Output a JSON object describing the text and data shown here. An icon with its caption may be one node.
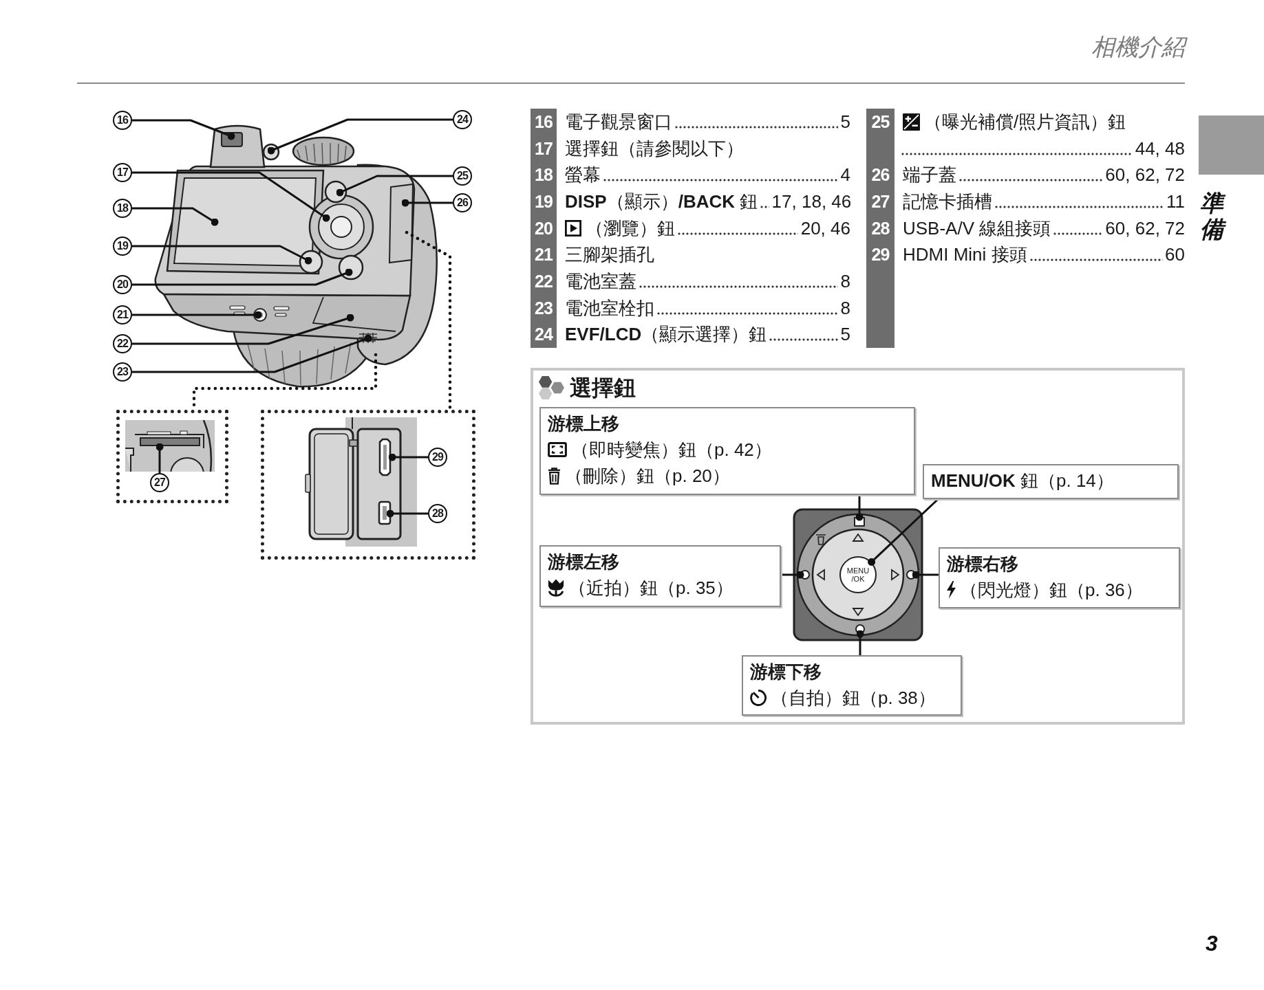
{
  "diagram": {
    "title": "相機介紹",
    "nodes": [
      {
        "text": [
          "16"
        ]
      },
      {
        "text": [
          "17"
        ]
      },
      {
        "text": [
          "18"
        ]
      },
      {
        "text": [
          "19"
        ]
      },
      {
        "text": [
          "20"
        ]
      },
      {
        "text": [
          "21"
        ]
      },
      {
        "text": [
          "22"
        ]
      },
      {
        "text": [
          "23"
        ]
      },
      {
        "text": [
          "24"
        ]
      },
      {
        "text": [
          "25"
        ]
      },
      {
        "text": [
          "26"
        ]
      },
      {
        "text": [],
        "shape": "box"
      },
      {
        "text": [
          "27"
        ],
        "in": 11
      },
      {
        "text": [],
        "shape": "box"
      },
      {
        "text": [
          "29"
        ],
        "in": 13
      },
      {
        "text": [
          "28"
        ],
        "in": 13
      },
      {
        "text": [
          "選擇鈕"
        ]
      },
      {
        "text": [
          "游標上移",
          "（即時變焦）鈕（p. 42）",
          "（刪除）鈕（p. 20）"
        ],
        "in": 16
      },
      {
        "text": [
          "**MENU/OK** 鈕（p. 14）"
        ],
        "in": 16
      },
      {
        "text": [],
        "shape": "box",
        "in": 16
      },
      {
        "text": [
          "游標左移",
          "（近拍）鈕（p. 35）"
        ],
        "in": 16
      },
      {
        "text": [],
        "shape": "circle",
        "in": 16
      },
      {
        "text": [
          "MENU /OK"
        ],
        "in": 16
      },
      {
        "text": [],
        "shape": "circle",
        "in": 16
      },
      {
        "text": [
          "游標右移",
          "（閃光燈）鈕（p. 36）"
        ],
        "in": 16
      },
      {
        "text": [],
        "shape": "circle",
        "in": 16
      },
      {
        "text": [
          "游標下移",
          "（自拍）鈕（p. 38）"
        ],
        "in": 16
      },
      {
        "text": [
          "準備"
        ]
      }
    ],
    "edges": [
      {
        "from": 0,
        "to": null,
        "arrow": "other"
      },
      {
        "from": 1,
        "to": null,
        "arrow": "other"
      },
      {
        "from": 2,
        "to": null,
        "arrow": "other"
      },
      {
        "from": 3,
        "to": null,
        "arrow": "other"
      },
      {
        "from": 4,
        "to": null,
        "arrow": "other"
      },
      {
        "from": 5,
        "to": null,
        "arrow": "other"
      },
      {
        "from": 6,
        "to": null,
        "arrow": "other"
      },
      {
        "from": 7,
        "to": null,
        "arrow": "other"
      },
      {
        "from": 8,
        "to": null,
        "arrow": "other"
      },
      {
        "from": 9,
        "to": null,
        "arrow": "other"
      },
      {
        "from": 10,
        "to": null,
        "arrow": "other"
      },
      {
        "from": 12,
        "to": null,
        "arrow": "other"
      },
      {
        "from": 14,
        "to": null,
        "arrow": "other"
      },
      {
        "from": 15,
        "to": null,
        "arrow": "other"
      },
      {
        "from": null,
        "to": 11,
        "arrow": "none",
        "style": "dashed"
      },
      {
        "from": null,
        "to": 13,
        "arrow": "none",
        "style": "dashed"
      },
      {
        "from": 17,
        "to": 19,
        "arrow": "other"
      },
      {
        "from": 18,
        "to": 22,
        "arrow": "other"
      },
      {
        "from": 20,
        "to": 21,
        "arrow": "other"
      },
      {
        "from": 24,
        "to": 23,
        "arrow": "other"
      },
      {
        "from": 26,
        "to": 25,
        "arrow": "other"
      }
    ],
    "labels": [
      "16",
      "電子觀景窗口",
      "5",
      "17",
      "選擇鈕（請參閱以下）",
      "18",
      "螢幕",
      "4",
      "19",
      "**DISP**（顯示）**/BACK** 鈕",
      "17, 18, 46",
      "20",
      "（瀏覽）鈕",
      "20, 46",
      "21",
      "三腳架插孔",
      "22",
      "電池室蓋",
      "8",
      "23",
      "電池室栓扣",
      "8",
      "24",
      "**EVF/LCD**（顯示選擇）鈕",
      "5",
      "25",
      "（曝光補償/照片資訊）鈕",
      "44, 48",
      "26",
      "端子蓋",
      "60, 62, 72",
      "27",
      "記憶卡插槽",
      "11",
      "28",
      "USB-A/V 線組接頭",
      "60, 62, 72",
      "29",
      "HDMI Mini 接頭",
      "60",
      "3"
    ]
  }
}
